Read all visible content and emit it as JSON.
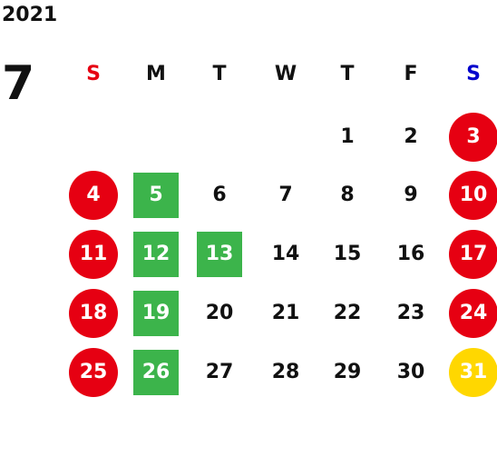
{
  "year": "2021",
  "month": "7",
  "colors": {
    "sunday": "#e60012",
    "saturday": "#0000cc",
    "holiday_circle": "#e60012",
    "green_box": "#3cb44b",
    "yellow_circle": "#ffd700",
    "text": "#111111"
  },
  "weekdays": [
    {
      "label": "S",
      "color": "#e60012"
    },
    {
      "label": "M",
      "color": "#111111"
    },
    {
      "label": "T",
      "color": "#111111"
    },
    {
      "label": "W",
      "color": "#111111"
    },
    {
      "label": "T",
      "color": "#111111"
    },
    {
      "label": "F",
      "color": "#111111"
    },
    {
      "label": "S",
      "color": "#0000cc"
    }
  ],
  "weeks": [
    [
      null,
      null,
      null,
      null,
      {
        "day": "1"
      },
      {
        "day": "2"
      },
      {
        "day": "3",
        "mark": "red"
      }
    ],
    [
      {
        "day": "4",
        "mark": "red"
      },
      {
        "day": "5",
        "mark": "green"
      },
      {
        "day": "6"
      },
      {
        "day": "7"
      },
      {
        "day": "8"
      },
      {
        "day": "9"
      },
      {
        "day": "10",
        "mark": "red"
      }
    ],
    [
      {
        "day": "11",
        "mark": "red"
      },
      {
        "day": "12",
        "mark": "green"
      },
      {
        "day": "13",
        "mark": "green"
      },
      {
        "day": "14"
      },
      {
        "day": "15"
      },
      {
        "day": "16"
      },
      {
        "day": "17",
        "mark": "red"
      }
    ],
    [
      {
        "day": "18",
        "mark": "red"
      },
      {
        "day": "19",
        "mark": "green"
      },
      {
        "day": "20"
      },
      {
        "day": "21"
      },
      {
        "day": "22"
      },
      {
        "day": "23"
      },
      {
        "day": "24",
        "mark": "red"
      }
    ],
    [
      {
        "day": "25",
        "mark": "red"
      },
      {
        "day": "26",
        "mark": "green"
      },
      {
        "day": "27"
      },
      {
        "day": "28"
      },
      {
        "day": "29"
      },
      {
        "day": "30"
      },
      {
        "day": "31",
        "mark": "yellow"
      }
    ]
  ]
}
